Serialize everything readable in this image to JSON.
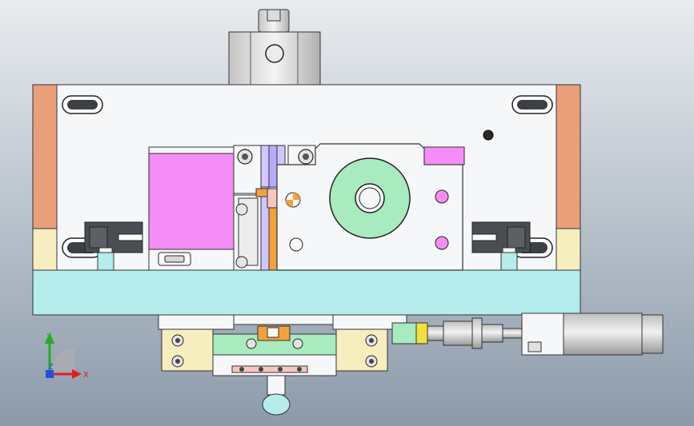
{
  "triad": {
    "x_label": "X",
    "y_label": "Y",
    "z_label": "Z"
  },
  "colors": {
    "background_top": "#e8ecef",
    "background_bottom": "#8c9aaa",
    "plate": "#f6f7f8",
    "salmon": "#e9a07a",
    "cream": "#f7eec0",
    "cyan": "#b5ecec",
    "magenta": "#f48df5",
    "green": "#a7ebbe",
    "orange": "#f3a23a",
    "lavender": "#d1c6ff",
    "pink": "#f7c6c0",
    "dark_block": "#4a4d52",
    "light_gray": "#d2d5d9",
    "axis_x": "#e02020",
    "axis_y": "#20b020",
    "axis_z": "#2050e0"
  }
}
